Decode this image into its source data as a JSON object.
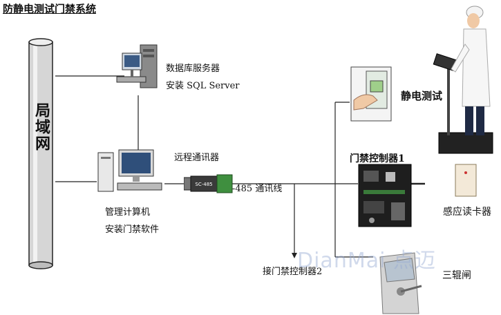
{
  "title": "防静电测试门禁系统",
  "lan_label": "局域网",
  "db_server": {
    "line1": "数据库服务器",
    "line2": "安装 SQL Server"
  },
  "converter": {
    "label": "远程通讯器",
    "badge": "SC-485"
  },
  "rs485_label": "-485 通讯线",
  "mgmt_pc": {
    "line1": "管理计算机",
    "line2": "安装门禁软件"
  },
  "esd_test": "静电测试",
  "controller1": "门禁控制器1",
  "card_reader": "感应读卡器",
  "controller2": "接门禁控制器2",
  "turnstile": "三辊闸",
  "watermark": "DianMai 点迈"
}
